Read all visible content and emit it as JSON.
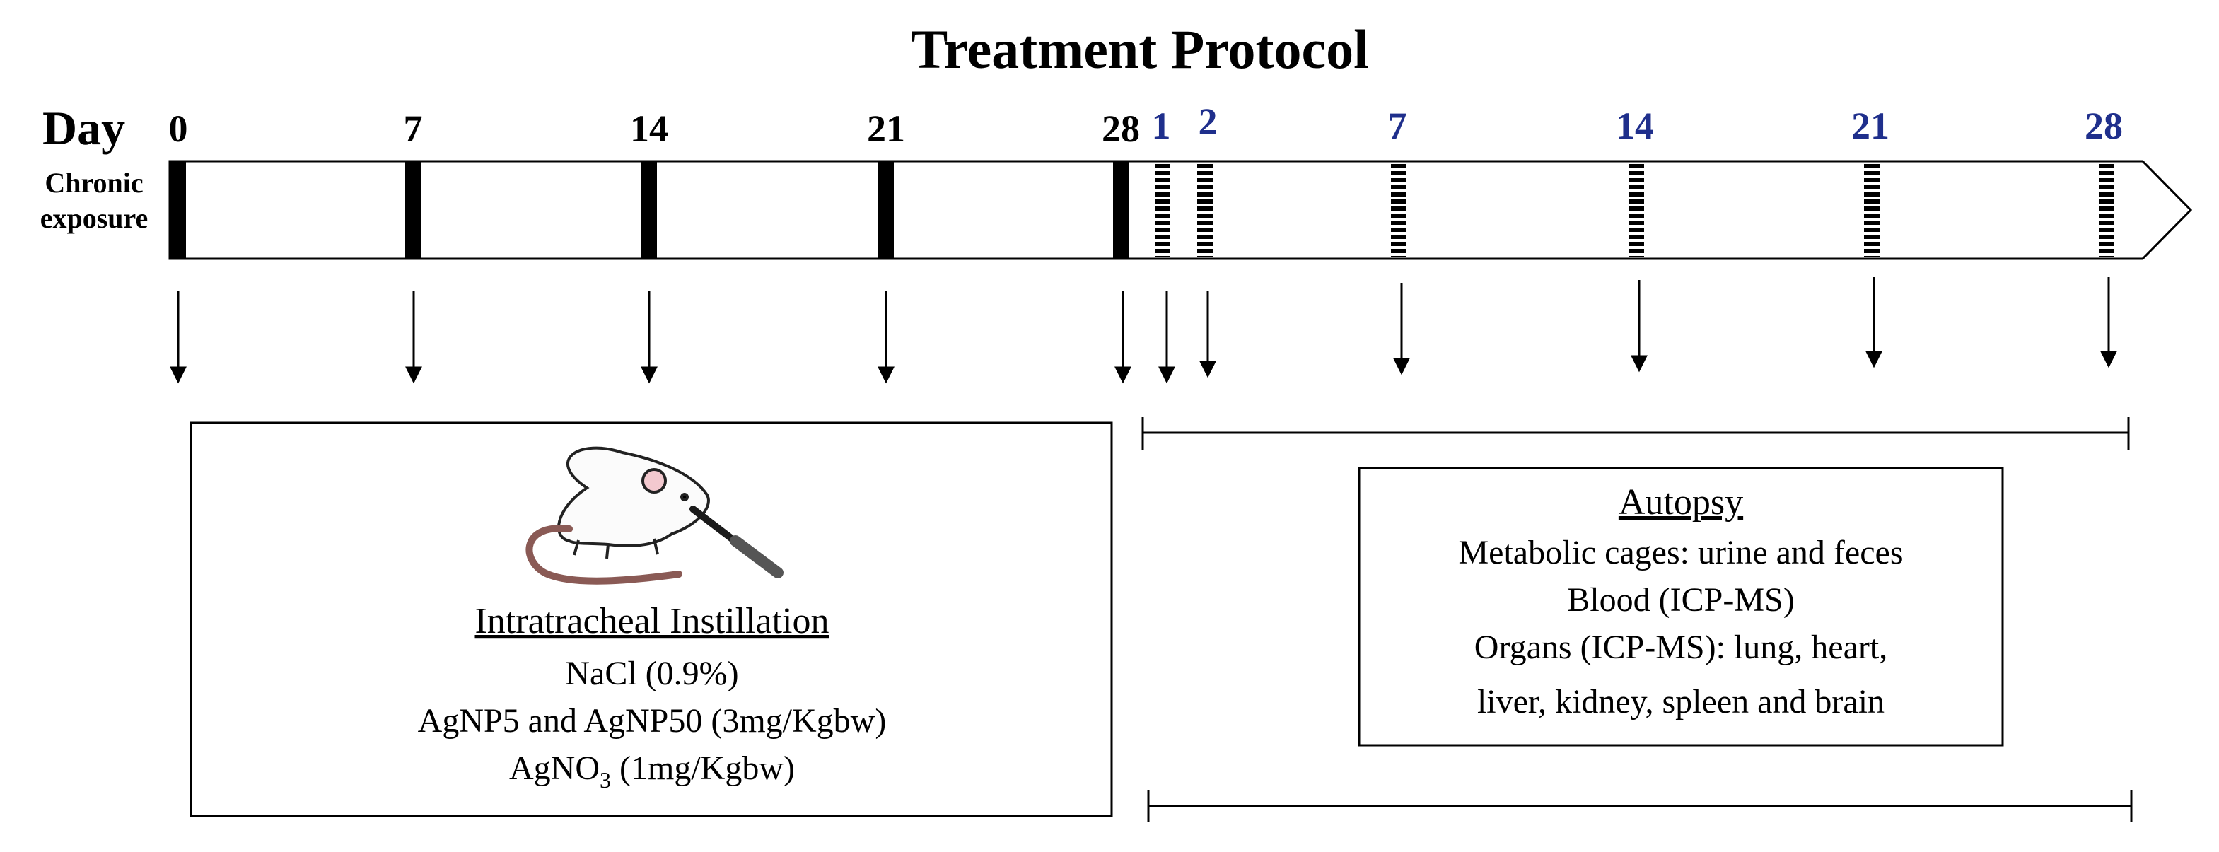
{
  "title": "Treatment Protocol",
  "day_label": "Day",
  "side_label": [
    "Chronic",
    "exposure"
  ],
  "exposure_days": [
    "0",
    "7",
    "14",
    "21",
    "28"
  ],
  "followup_days": [
    "1",
    "2",
    "7",
    "14",
    "21",
    "28"
  ],
  "colors": {
    "black": "#000000",
    "blue": "#1f2f8c",
    "tail": "#8a5a55"
  },
  "icons": [
    "mouse-icon",
    "syringe-icon"
  ],
  "left_box": {
    "heading": "Intratracheal  Instillation",
    "line1": "NaCl (0.9%)",
    "line2": "AgNP5 and AgNP50 (3mg/Kgbw)",
    "line3_pre": "AgNO",
    "line3_sub": "3",
    "line3_post": " (1mg/Kgbw)"
  },
  "right_box": {
    "heading": "Autopsy",
    "lines": [
      "Metabolic cages: urine and feces",
      "Blood (ICP-MS)",
      "Organs (ICP-MS): lung, heart,",
      "liver, kidney, spleen and brain"
    ]
  }
}
